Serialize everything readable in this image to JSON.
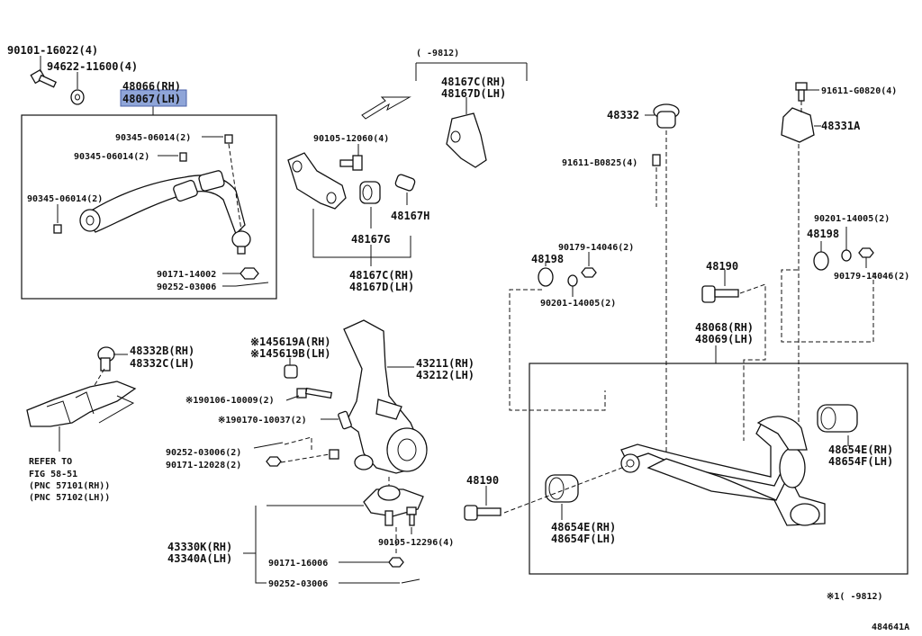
{
  "labels": {
    "p90101": "90101-16022(4)",
    "p94622": "94622-11600(4)",
    "p48066": "48066(RH)",
    "p48067": "48067(LH)",
    "p90345a": "90345-06014(2)",
    "p90345b": "90345-06014(2)",
    "p90345c": "90345-06014(2)",
    "p90171a": "90171-14002",
    "p90252a": "90252-03006",
    "range_top": "(    -9812)",
    "p48167c_top": "48167C(RH)",
    "p48167d_top": "48167D(LH)",
    "p90105a": "90105-12060(4)",
    "p48167h": "48167H",
    "p48167g": "48167G",
    "p48167c_bot": "48167C(RH)",
    "p48167d_bot": "48167D(LH)",
    "p48332": "48332",
    "p91611b": "91611-B0825(4)",
    "p91611g": "91611-G0820(4)",
    "p48331a": "48331A",
    "p90201r": "90201-14005(2)",
    "p48198r": "48198",
    "p90179r": "90179-14046(2)",
    "p90179l": "90179-14046(2)",
    "p48198l": "48198",
    "p90201l": "90201-14005(2)",
    "p48190a": "48190",
    "p48068": "48068(RH)",
    "p48069": "48069(LH)",
    "p48332b": "48332B(RH)",
    "p48332c": "48332C(LH)",
    "refer1": "REFER TO",
    "refer2": "FIG 58-51",
    "refer3": "(PNC 57101(RH))",
    "refer4": "(PNC 57102(LH))",
    "p45619a": "※145619A(RH)",
    "p45619b": "※145619B(LH)",
    "p43211": "43211(RH)",
    "p43212": "43212(LH)",
    "p190106": "※190106-10009(2)",
    "p190170": "※190170-10037(2)",
    "p90252b": "90252-03006(2)",
    "p90171b": "90171-12028(2)",
    "p48190b": "48190",
    "p48654e_r": "48654E(RH)",
    "p48654f_r": "48654F(LH)",
    "p48654e_l": "48654E(RH)",
    "p48654f_l": "48654F(LH)",
    "p43330k": "43330K(RH)",
    "p43340a": "43340A(LH)",
    "p90105b": "90105-12296(4)",
    "p90171c": "90171-16006",
    "p90252c": "90252-03006",
    "footnote": "※1(    -9812)",
    "figure_id": "484641A"
  }
}
